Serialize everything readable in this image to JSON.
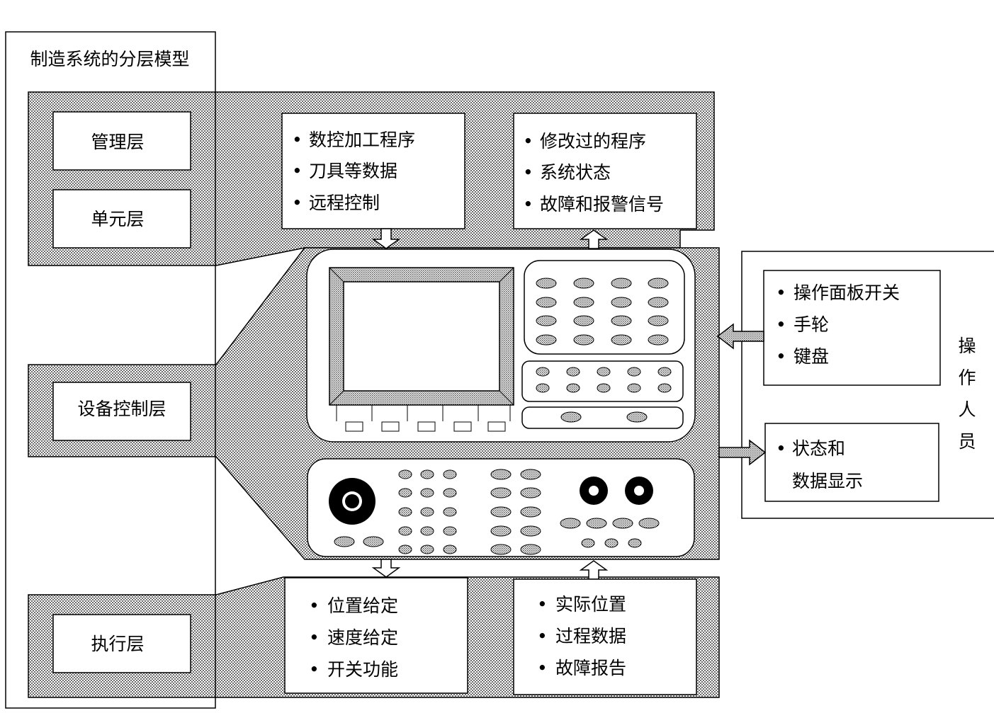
{
  "model_title": "制造系统的分层模型",
  "layers": {
    "management": "管理层",
    "unit": "单元层",
    "equipment_control": "设备控制层",
    "execution": "执行层"
  },
  "top_input": {
    "items": [
      "数控加工程序",
      "刀具等数据",
      "远程控制"
    ]
  },
  "top_output": {
    "items": [
      "修改过的程序",
      "系统状态",
      "故障和报警信号"
    ]
  },
  "operator": {
    "label_chars": [
      "操",
      "作",
      "人",
      "员"
    ],
    "input_items": [
      "操作面板开关",
      "手轮",
      "键盘"
    ],
    "display_line1": "状态和",
    "display_line2": "数据显示"
  },
  "bottom_input": {
    "items": [
      "位置给定",
      "速度给定",
      "开关功能"
    ]
  },
  "bottom_output": {
    "items": [
      "实际位置",
      "过程数据",
      "故障报告"
    ]
  },
  "colors": {
    "hatch_background": "#b8b8b8",
    "line": "#000000",
    "panel_fill": "#ffffff"
  }
}
